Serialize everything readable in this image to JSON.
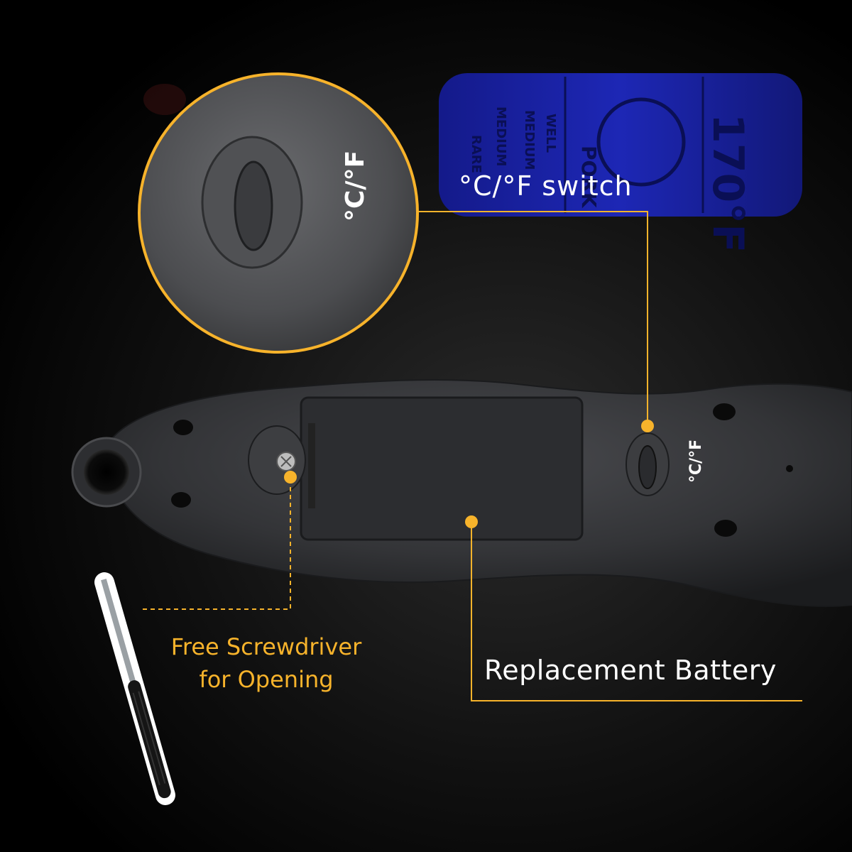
{
  "callouts": {
    "switch": "°C/°F switch",
    "battery": "Replacement Battery",
    "screwdriver_line1": "Free Screwdriver",
    "screwdriver_line2": "for Opening"
  },
  "device_markings": {
    "zoom_unit": "°C/°F",
    "body_unit": "°C/°F"
  },
  "display_background": {
    "words": [
      "PORK",
      "MEDIUM",
      "RARE",
      "WELL"
    ],
    "reading": "170°F"
  },
  "colors": {
    "accent": "#f7b32b",
    "background": "#000000",
    "device": "#3a3b3e",
    "display": "#1a22a8"
  },
  "icons": [
    "thermometer-device",
    "screwdriver",
    "zoom-lens"
  ]
}
